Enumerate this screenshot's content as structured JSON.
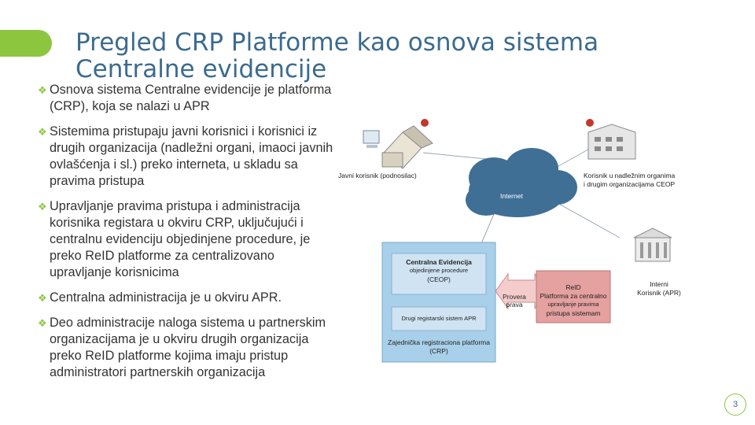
{
  "slide": {
    "title": "Pregled CRP Platforme kao osnova sistema Centralne evidencije",
    "page_number": "3",
    "accent_color": "#8cc63f",
    "title_color": "#3b6b8f",
    "bullet_icon": "diamond-bullet-icon"
  },
  "bullets": [
    "Osnova sistema Centralne evidencije je platforma (CRP), koja se nalazi u APR",
    "Sistemima pristupaju javni korisnici i korisnici iz drugih organizacija (nadležni organi, imaoci javnih ovlašćenja i sl.) preko interneta, u skladu sa pravima pristupa",
    "Upravljanje pravima pristupa i administracija korisnika registara u okviru CRP, uključujući i centralnu evidenciju objedinjene procedure, je preko ReID platforme za centralizovano upravljanje korisnicima",
    "Centralna administracija je u okviru APR.",
    "Deo administracije naloga sistema u partnerskim organizacijama je u okviru drugih organizacija preko ReID platforme kojima imaju pristup administratori partnerskih organizacija"
  ],
  "diagram": {
    "public_user_label": "Javni korisnik (podnosilac)",
    "authority_user_label_1": "Korisnik u nadležnim organima",
    "authority_user_label_2": "i drugim organizacijama CEOP",
    "internet_label": "Internet",
    "ceop_label_1": "Centralna Evidencija",
    "ceop_label_2": "objedinjene procedure",
    "ceop_label_3": "(CEOP)",
    "other_systems_label": "Drugi registarski sistem APR",
    "platform_label_1": "Zajednička registraciona platforma",
    "platform_label_2": "(CRP)",
    "check_label_1": "Provera",
    "check_label_2": "prava",
    "reid_label_1": "ReID",
    "reid_label_2": "Platforma za centralno",
    "reid_label_3": "upravljanje pravima",
    "reid_label_4": "pristupa sistemam",
    "internal_user_label_1": "Interni",
    "internal_user_label_2": "Korisnik (APR)"
  }
}
